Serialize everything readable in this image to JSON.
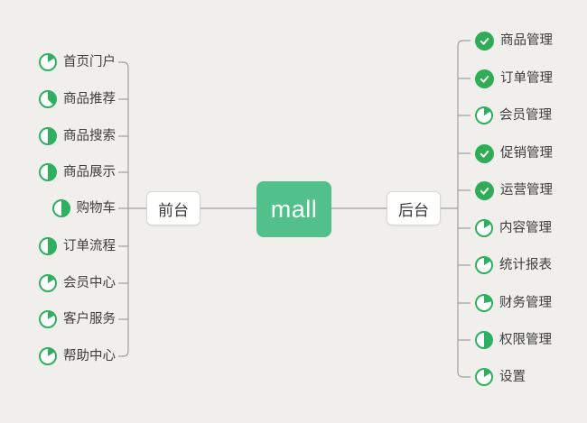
{
  "root": {
    "label": "mall"
  },
  "left_branch": {
    "label": "前台",
    "items": [
      {
        "label": "首页门户",
        "icon": "progress-pie",
        "progress_percent": 16
      },
      {
        "label": "商品推荐",
        "icon": "progress-pie",
        "progress_percent": 38
      },
      {
        "label": "商品搜索",
        "icon": "progress-pie",
        "progress_percent": 50
      },
      {
        "label": "商品展示",
        "icon": "progress-pie",
        "progress_percent": 50
      },
      {
        "label": "购物车",
        "icon": "progress-pie",
        "progress_percent": 50
      },
      {
        "label": "订单流程",
        "icon": "progress-pie",
        "progress_percent": 50
      },
      {
        "label": "会员中心",
        "icon": "progress-pie",
        "progress_percent": 16
      },
      {
        "label": "客户服务",
        "icon": "progress-pie",
        "progress_percent": 16
      },
      {
        "label": "帮助中心",
        "icon": "progress-pie",
        "progress_percent": 16
      }
    ]
  },
  "right_branch": {
    "label": "后台",
    "items": [
      {
        "label": "商品管理",
        "icon": "check-done"
      },
      {
        "label": "订单管理",
        "icon": "check-done"
      },
      {
        "label": "会员管理",
        "icon": "progress-pie",
        "progress_percent": 16
      },
      {
        "label": "促销管理",
        "icon": "check-done"
      },
      {
        "label": "运营管理",
        "icon": "check-done"
      },
      {
        "label": "内容管理",
        "icon": "progress-pie",
        "progress_percent": 16
      },
      {
        "label": "统计报表",
        "icon": "progress-pie",
        "progress_percent": 16
      },
      {
        "label": "财务管理",
        "icon": "progress-pie",
        "progress_percent": 22
      },
      {
        "label": "权限管理",
        "icon": "progress-pie",
        "progress_percent": 50
      },
      {
        "label": "设置",
        "icon": "progress-pie",
        "progress_percent": 16
      }
    ]
  },
  "colors": {
    "background": "#f0efec",
    "root_green": "#52c08a",
    "pie_green": "#2fb061",
    "check_green": "#2fac55",
    "connector_gray": "#9f9f9f"
  }
}
